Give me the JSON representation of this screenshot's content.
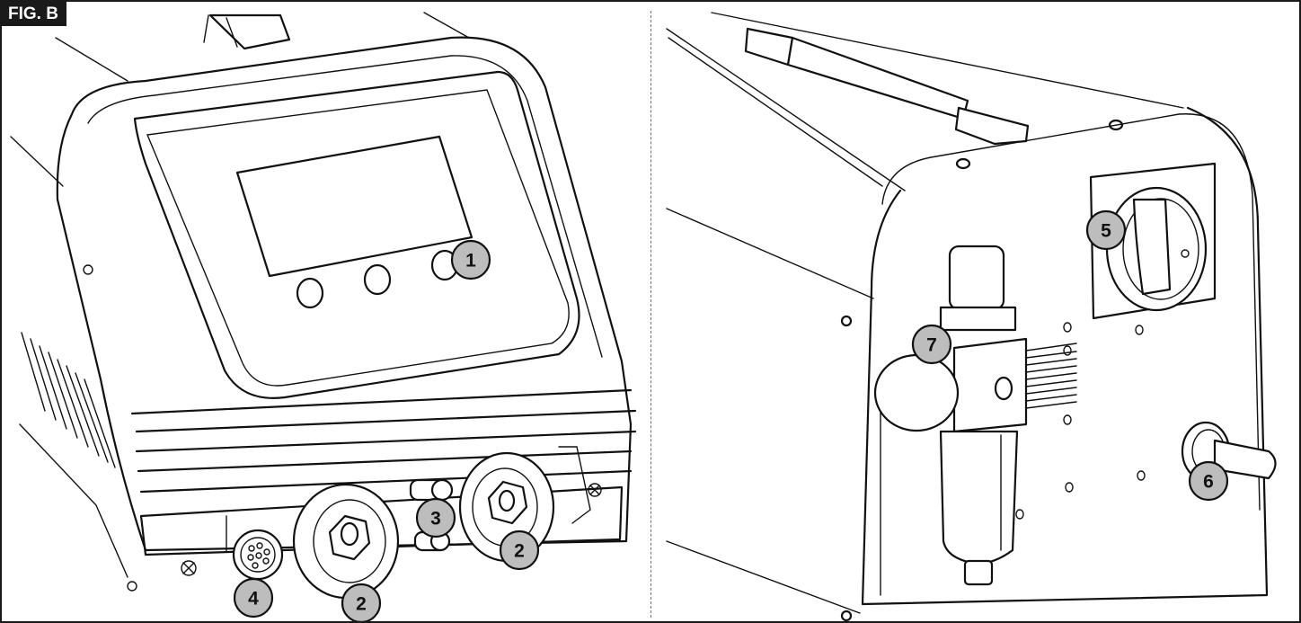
{
  "figure_label": "FIG. B",
  "callouts": [
    {
      "id": "c1",
      "label": "1",
      "part": "display-button"
    },
    {
      "id": "c2a",
      "label": "2",
      "part": "welding-socket-left"
    },
    {
      "id": "c2b",
      "label": "2",
      "part": "welding-socket-right"
    },
    {
      "id": "c3",
      "label": "3",
      "part": "gas-fitting"
    },
    {
      "id": "c4",
      "label": "4",
      "part": "multipin-connector"
    },
    {
      "id": "c5",
      "label": "5",
      "part": "main-switch"
    },
    {
      "id": "c6",
      "label": "6",
      "part": "power-cable-gland"
    },
    {
      "id": "c7",
      "label": "7",
      "part": "air-filter-regulator"
    }
  ],
  "colors": {
    "line": "#111111",
    "callout_fill": "#bdbdbd",
    "tag_bg": "#1a1a1a"
  }
}
